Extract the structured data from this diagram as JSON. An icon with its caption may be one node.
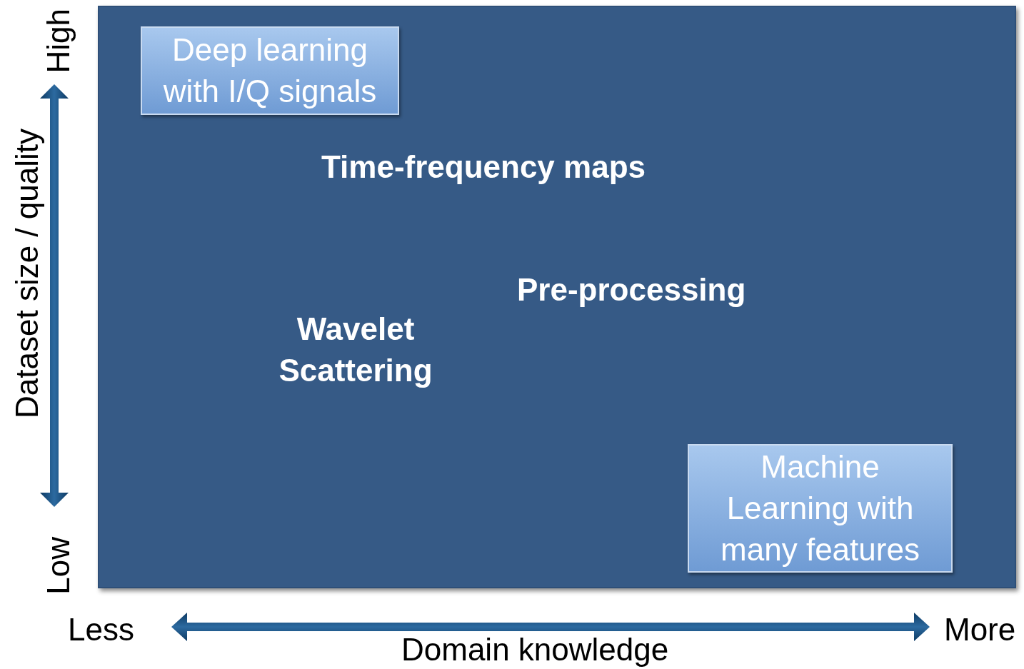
{
  "diagram": {
    "nodes": [
      {
        "text": [
          "Deep learning with I/Q signals"
        ]
      },
      {
        "text": [
          "Machine Learning with many features"
        ]
      }
    ],
    "labels": [
      "High",
      "Dataset size / quality",
      "Low",
      "Time-frequency maps",
      "Pre-processing",
      "Wavelet Scattering",
      "Less",
      "More",
      "Domain knowledge"
    ]
  }
}
